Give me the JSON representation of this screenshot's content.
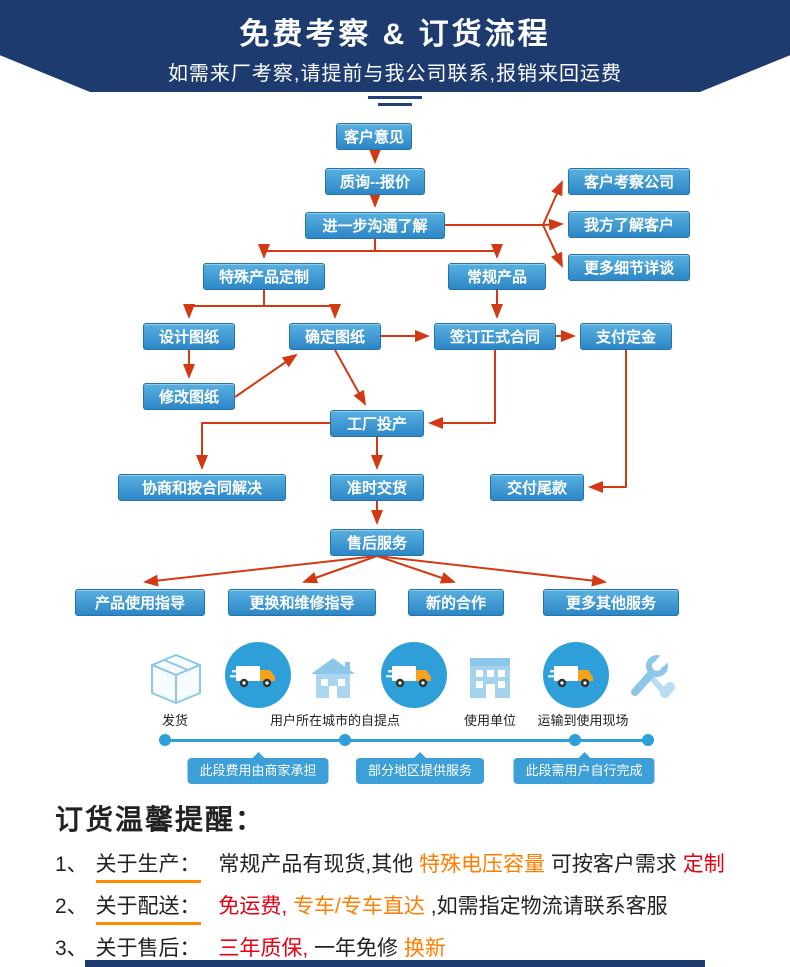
{
  "theme": {
    "header_bg": "#1e3b70",
    "box_blue_top": "#58b0e0",
    "box_blue_bottom": "#2d87c6",
    "arrow_red": "#d23a14",
    "accent_blue": "#2e9fd9",
    "icon_light_blue": "#8cc6e8",
    "highlight_orange": "#ff7e00",
    "highlight_red": "#e60012"
  },
  "header": {
    "title": "免费考察 & 订货流程",
    "subtitle": "如需来厂考察,请提前与我公司联系,报销来回运费"
  },
  "flow": {
    "nodes": [
      "客户意见",
      "质询--报价",
      "进一步沟通了解",
      "客户考察公司",
      "我方了解客户",
      "更多细节详谈",
      "特殊产品定制",
      "常规产品",
      "设计图纸",
      "确定图纸",
      "签订正式合同",
      "支付定金",
      "修改图纸",
      "工厂投产",
      "协商和按合同解决",
      "准时交货",
      "交付尾款",
      "售后服务",
      "产品使用指导",
      "更换和维修指导",
      "新的合作",
      "更多其他服务"
    ]
  },
  "logistics": {
    "icons": [
      "package-icon",
      "delivery-truck-icon",
      "house-icon",
      "delivery-truck-icon",
      "building-icon",
      "delivery-truck-icon",
      "tools-icon"
    ],
    "labels": [
      "发货",
      "用户所在城市的自提点",
      "使用单位",
      "运输到使用现场"
    ],
    "tags": [
      "此段费用由商家承担",
      "部分地区提供服务",
      "此段需用户自行完成"
    ]
  },
  "reminder": {
    "title": "订货温馨提醒：",
    "items": [
      {
        "num": "1、",
        "label": "关于生产：",
        "segments": [
          {
            "text": "常规产品有现货,其他",
            "color": "#222222"
          },
          {
            "text": "特殊电压容量",
            "color": "#ff7e00"
          },
          {
            "text": "可按客户需求",
            "color": "#222222"
          },
          {
            "text": "定制",
            "color": "#e60012"
          }
        ]
      },
      {
        "num": "2、",
        "label": "关于配送：",
        "segments": [
          {
            "text": "免运费,",
            "color": "#e60012"
          },
          {
            "text": "专车/专车直达",
            "color": "#ff7e00"
          },
          {
            "text": ",如需指定物流请联系客服",
            "color": "#222222"
          }
        ]
      },
      {
        "num": "3、",
        "label": "关于售后：",
        "segments": [
          {
            "text": "三年质保,",
            "color": "#e60012"
          },
          {
            "text": "一年免修",
            "color": "#222222"
          },
          {
            "text": "换新",
            "color": "#ff7e00"
          }
        ]
      }
    ]
  }
}
